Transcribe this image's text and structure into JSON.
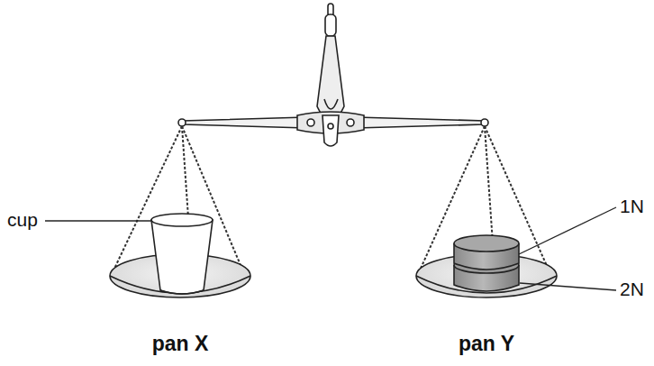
{
  "diagram": {
    "labels": [
      "cup",
      "1N",
      "2N",
      "pan X",
      "pan Y"
    ]
  }
}
